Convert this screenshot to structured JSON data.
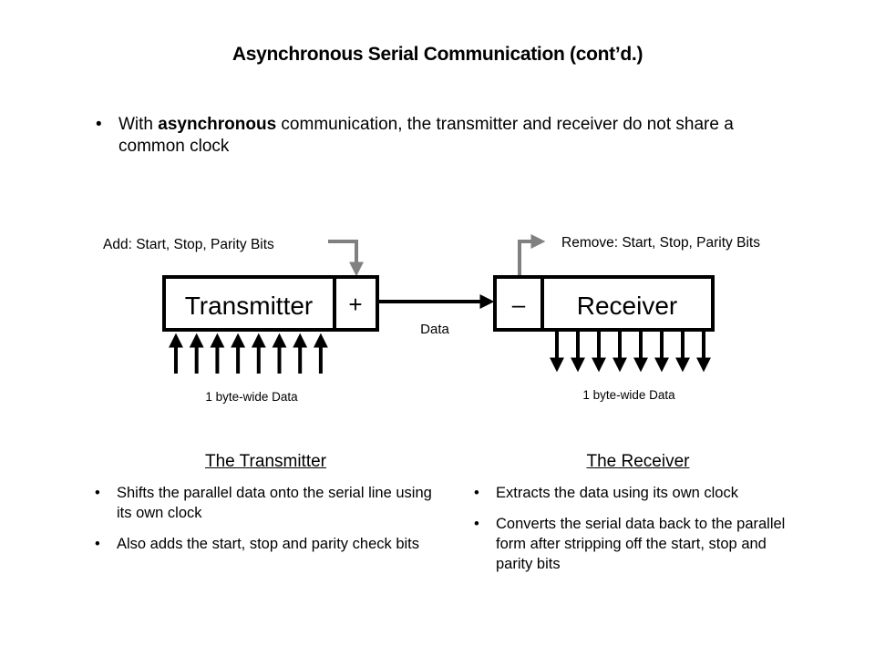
{
  "slide": {
    "title": "Asynchronous Serial Communication (cont’d.)",
    "intro_bullet": {
      "prefix": "With ",
      "bold": "asynchronous",
      "suffix": " communication, the transmitter and receiver do not share a common clock"
    }
  },
  "diagram": {
    "transmitter_label": "Transmitter",
    "add_symbol": "+",
    "receiver_label": "Receiver",
    "remove_symbol": "–",
    "add_label": "Add: Start, Stop, Parity Bits",
    "remove_label": "Remove: Start, Stop, Parity Bits",
    "data_label": "Data",
    "tx_data_label": "1 byte-wide Data",
    "rx_data_label": "1 byte-wide Data",
    "parallel_line_count": 8,
    "colors": {
      "line": "#000000",
      "control_arrow": "#808080"
    }
  },
  "sections": {
    "transmitter": {
      "heading": "The Transmitter",
      "bullets": [
        "Shifts the parallel data onto the serial line using its own clock",
        "Also adds the start, stop and parity check bits"
      ]
    },
    "receiver": {
      "heading": "The Receiver",
      "bullets": [
        "Extracts the data using its own clock",
        "Converts the serial data back to the parallel form after stripping off the start, stop and parity bits"
      ]
    }
  }
}
